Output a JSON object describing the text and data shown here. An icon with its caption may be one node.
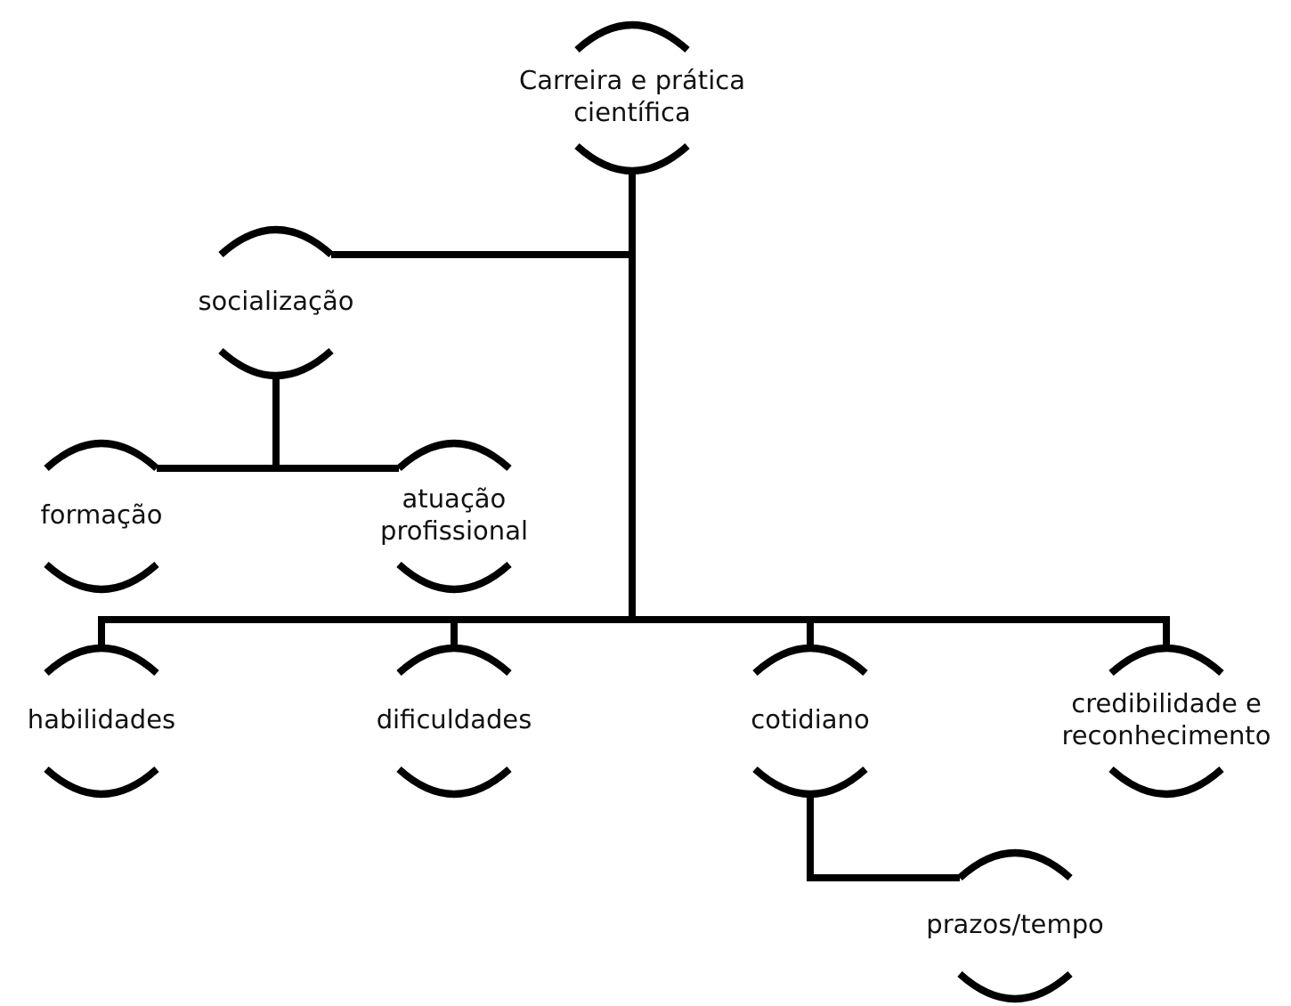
{
  "diagram": {
    "nodes": [
      {
        "text": [
          "Carreira e prática científica"
        ]
      },
      {
        "text": [
          "socialização"
        ]
      },
      {
        "text": [
          "formação"
        ]
      },
      {
        "text": [
          "atuação profissional"
        ]
      },
      {
        "text": [
          "habilidades"
        ]
      },
      {
        "text": [
          "dificuldades"
        ]
      },
      {
        "text": [
          "cotidiano"
        ]
      },
      {
        "text": [
          "credibilidade e reconhecimento"
        ]
      },
      {
        "text": [
          "prazos/tempo"
        ]
      }
    ],
    "edges": [
      {
        "from": 0,
        "to": 1,
        "arrow": "none"
      },
      {
        "from": 0,
        "to": 4,
        "arrow": "none"
      },
      {
        "from": 0,
        "to": 5,
        "arrow": "none"
      },
      {
        "from": 0,
        "to": 6,
        "arrow": "none"
      },
      {
        "from": 0,
        "to": 7,
        "arrow": "none"
      },
      {
        "from": 1,
        "to": 2,
        "arrow": "none"
      },
      {
        "from": 1,
        "to": 3,
        "arrow": "none"
      },
      {
        "from": 6,
        "to": 8,
        "arrow": "none"
      }
    ]
  }
}
